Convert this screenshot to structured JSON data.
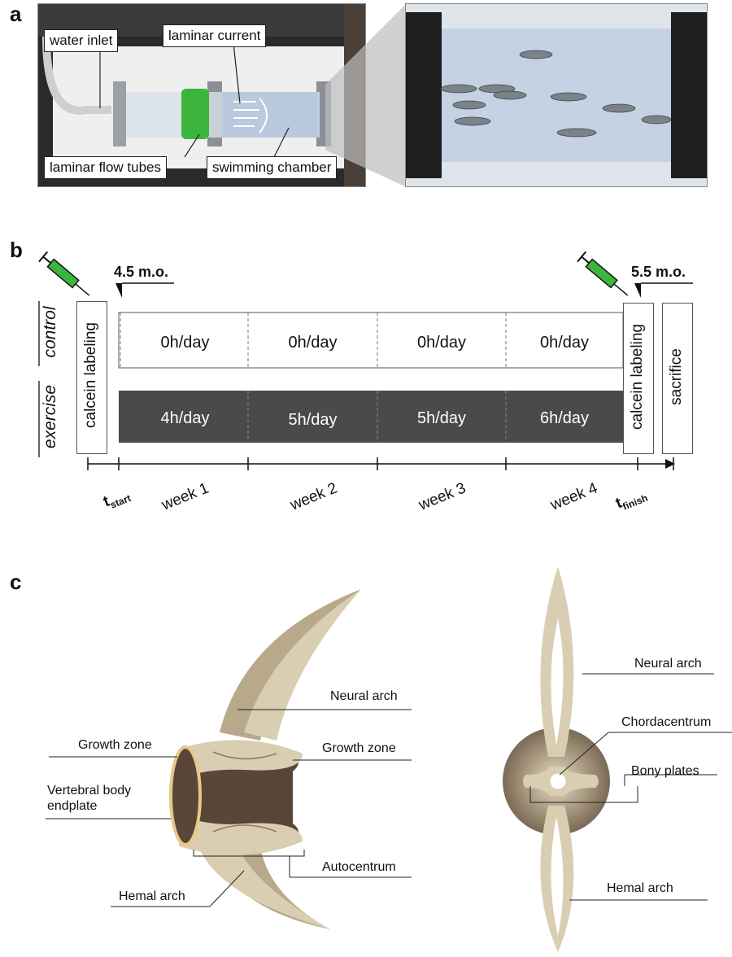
{
  "panels": {
    "a": {
      "letter": "a",
      "labels": {
        "water_inlet": "water inlet",
        "laminar_current": "laminar current",
        "laminar_flow_tubes": "laminar flow tubes",
        "swimming_chamber": "swimming chamber"
      }
    },
    "b": {
      "letter": "b",
      "start_age": "4.5 m.o.",
      "finish_age": "5.5 m.o.",
      "rows": {
        "control": "control",
        "exercise": "exercise"
      },
      "calcein": "calcein labeling",
      "sacrifice": "sacrifice",
      "control_schedule": [
        "0h/day",
        "0h/day",
        "0h/day",
        "0h/day"
      ],
      "exercise_schedule": [
        "4h/day",
        "5h/day",
        "5h/day",
        "6h/day"
      ],
      "weeks": [
        "week 1",
        "week 2",
        "week 3",
        "week 4"
      ],
      "t_start": {
        "main": "t",
        "sub": "start"
      },
      "t_finish": {
        "main": "t",
        "sub": "finish"
      }
    },
    "c": {
      "letter": "c",
      "left": {
        "neural_arch": "Neural arch",
        "growth_zone_left": "Growth zone",
        "growth_zone_right": "Growth zone",
        "endplate_line1": "Vertebral body",
        "endplate_line2": "endplate",
        "autocentrum": "Autocentrum",
        "hemal_arch": "Hemal arch"
      },
      "right": {
        "neural_arch": "Neural arch",
        "chordacentrum": "Chordacentrum",
        "bony_plates": "Bony plates",
        "hemal_arch": "Hemal arch"
      }
    }
  },
  "colors": {
    "syringe_green": "#3db53d",
    "exercise_bar": "#4a4a4a",
    "bone": "#d9ceb2",
    "bone_shadow": "#b8a98a",
    "centrum_dark": "#5a4636",
    "water_blue": "#b9c9de"
  }
}
